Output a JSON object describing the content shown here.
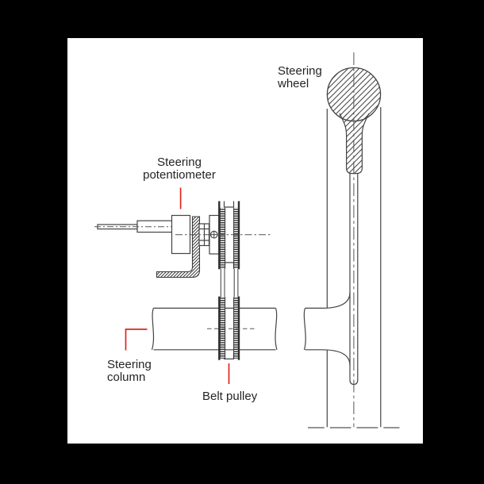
{
  "figure": {
    "type": "technical-diagram",
    "subject": "Steering potentiometer mounted on steering column via belt pulley",
    "background_color": "#000000",
    "canvas_color": "#ffffff",
    "line_color": "#444444",
    "dark_line_color": "#2f2f2f",
    "text_color": "#242424",
    "leader_line_color": "#e02520"
  },
  "labels": {
    "steering_wheel": {
      "line1": "Steering",
      "line2": "wheel"
    },
    "steering_potentiometer": {
      "line1": "Steering",
      "line2": "potentiometer"
    },
    "steering_column": {
      "line1": "Steering",
      "line2": "column"
    },
    "belt_pulley": {
      "text": "Belt pulley"
    }
  }
}
